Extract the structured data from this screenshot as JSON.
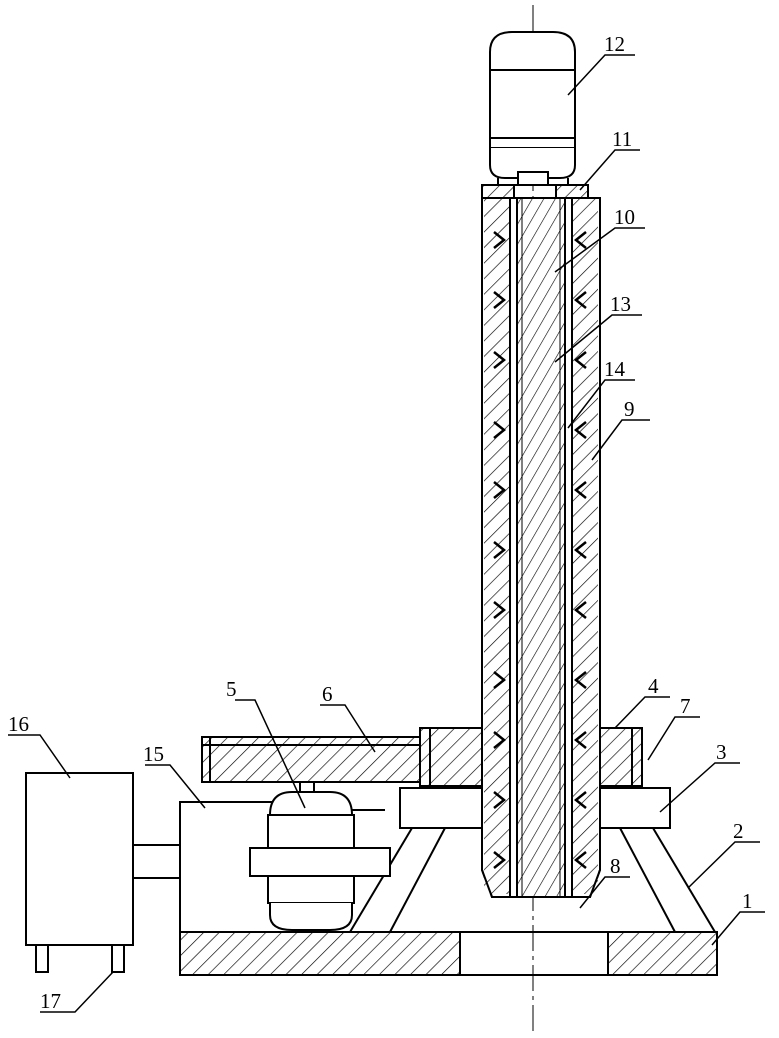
{
  "diagram": {
    "callouts": [
      {
        "id": "1",
        "label": "1"
      },
      {
        "id": "2",
        "label": "2"
      },
      {
        "id": "3",
        "label": "3"
      },
      {
        "id": "4",
        "label": "4"
      },
      {
        "id": "5",
        "label": "5"
      },
      {
        "id": "6",
        "label": "6"
      },
      {
        "id": "7",
        "label": "7"
      },
      {
        "id": "8",
        "label": "8"
      },
      {
        "id": "9",
        "label": "9"
      },
      {
        "id": "10",
        "label": "10"
      },
      {
        "id": "11",
        "label": "11"
      },
      {
        "id": "12",
        "label": "12"
      },
      {
        "id": "13",
        "label": "13"
      },
      {
        "id": "14",
        "label": "14"
      },
      {
        "id": "15",
        "label": "15"
      },
      {
        "id": "16",
        "label": "16"
      },
      {
        "id": "17",
        "label": "17"
      }
    ],
    "colors": {
      "line": "#000000",
      "background": "#ffffff"
    }
  }
}
